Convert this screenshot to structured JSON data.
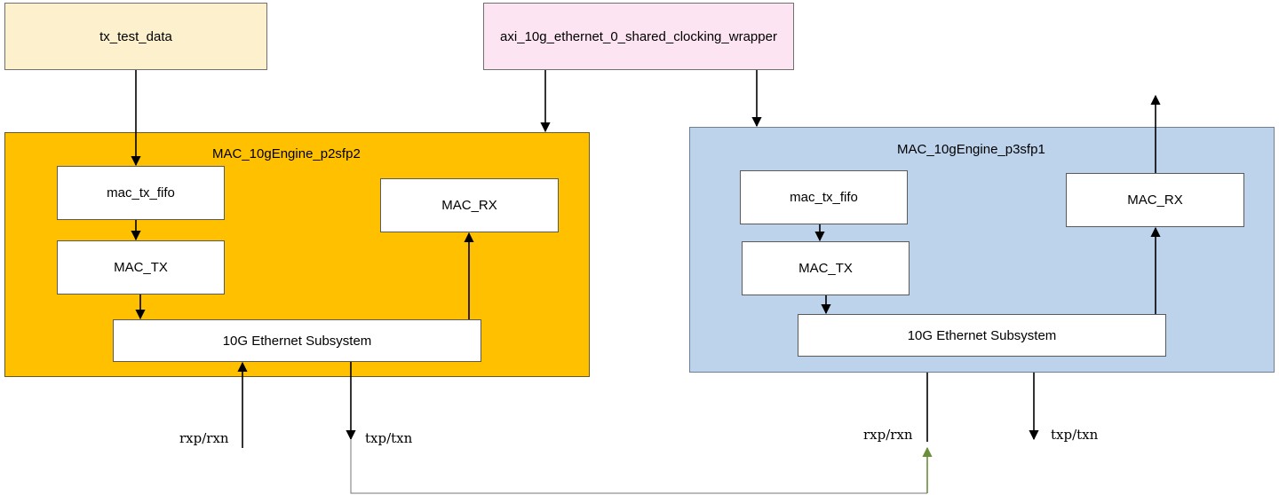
{
  "colors": {
    "tx_test_data_fill": "#fdf0cc",
    "clocking_fill": "#fde4f2",
    "engine_p2_fill": "#ffc000",
    "engine_p3_fill": "#bdd3ec",
    "block_fill": "#ffffff",
    "wire": "#000000",
    "cross_link": "#767676",
    "cross_link_arrow": "#6b8e3a"
  },
  "top": {
    "tx_test_data": "tx_test_data",
    "clocking_wrapper": "axi_10g_ethernet_0_shared_clocking_wrapper"
  },
  "engine_p2": {
    "title": "MAC_10gEngine_p2sfp2",
    "mac_tx_fifo": "mac_tx_fifo",
    "mac_tx": "MAC_TX",
    "mac_rx": "MAC_RX",
    "subsystem": "10G Ethernet Subsystem",
    "rx_pin": "rxp/rxn",
    "tx_pin": "txp/txn"
  },
  "engine_p3": {
    "title": "MAC_10gEngine_p3sfp1",
    "mac_tx_fifo": "mac_tx_fifo",
    "mac_tx": "MAC_TX",
    "mac_rx": "MAC_RX",
    "subsystem": "10G Ethernet Subsystem",
    "rx_pin": "rxp/rxn",
    "tx_pin": "txp/txn"
  }
}
